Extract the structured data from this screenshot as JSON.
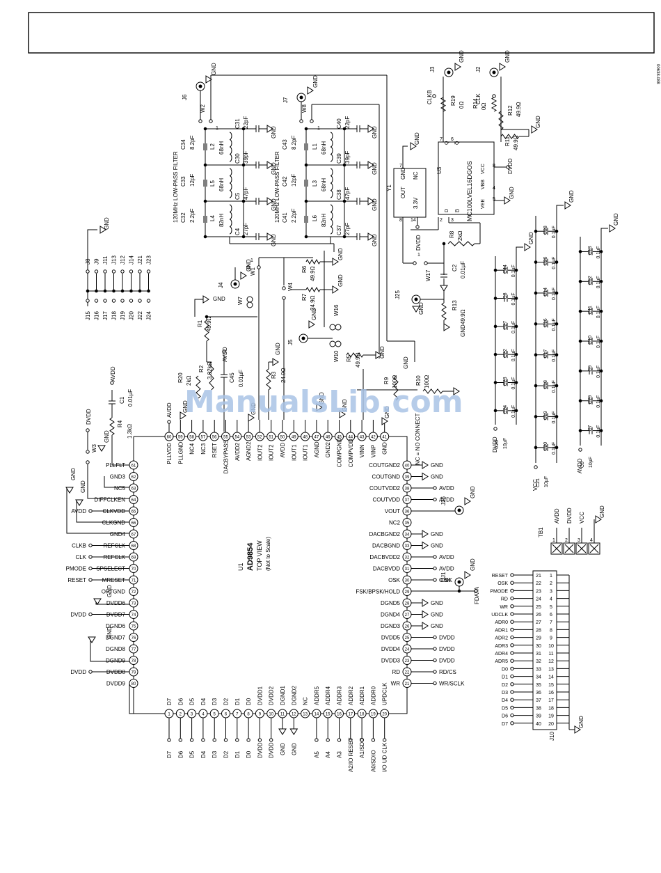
{
  "figure_id": "00638-088",
  "watermark": "ManualsLib.com",
  "u1": {
    "ref": "U1",
    "part": "AD9854",
    "view": "TOP VIEW",
    "note": "(Not to Scale)"
  },
  "filter_title": "120MHz LOW-PASS FILTER",
  "nc_note": "NC = NO CONNECT",
  "u1_pins_left": [
    {
      "n": "61",
      "name": "PLLFLT"
    },
    {
      "n": "62",
      "name": "GND3"
    },
    {
      "n": "63",
      "name": "NC5"
    },
    {
      "n": "64",
      "name": "DIFFCLKEN"
    },
    {
      "n": "65",
      "name": "CLKVDD"
    },
    {
      "n": "66",
      "name": "CLKGND"
    },
    {
      "n": "67",
      "name": "GND4"
    },
    {
      "n": "68",
      "name": "REFCLK"
    },
    {
      "n": "69",
      "name": "REFCLK"
    },
    {
      "n": "70",
      "name": "SPSELECT"
    },
    {
      "n": "71",
      "name": "MRESET"
    },
    {
      "n": "72",
      "name": "OPTGND"
    },
    {
      "n": "73",
      "name": "DVDD6"
    },
    {
      "n": "74",
      "name": "DVDD7"
    },
    {
      "n": "75",
      "name": "DGND6"
    },
    {
      "n": "76",
      "name": "DGND7"
    },
    {
      "n": "77",
      "name": "DGND8"
    },
    {
      "n": "78",
      "name": "DGND9"
    },
    {
      "n": "79",
      "name": "DVDD8"
    },
    {
      "n": "80",
      "name": "DVDD9"
    }
  ],
  "u1_left_nets": [
    {
      "pin": "65",
      "net": "AVDD"
    },
    {
      "pin": "68",
      "net": "CLKB"
    },
    {
      "pin": "69",
      "net": "CLK"
    },
    {
      "pin": "70",
      "net": "PMODE"
    },
    {
      "pin": "71",
      "net": "RESET"
    },
    {
      "pin": "74",
      "net": "DVDD"
    },
    {
      "pin": "79",
      "net": "DVDD"
    }
  ],
  "u1_pins_right": [
    {
      "n": "40",
      "name": "COUTGND2",
      "net": "GND"
    },
    {
      "n": "39",
      "name": "COUTGND",
      "net": "GND"
    },
    {
      "n": "38",
      "name": "COUTVDD2",
      "net": "AVDD"
    },
    {
      "n": "37",
      "name": "COUTVDD",
      "net": "AVDD"
    },
    {
      "n": "36",
      "name": "VOUT",
      "net": ""
    },
    {
      "n": "35",
      "name": "NC2",
      "net": ""
    },
    {
      "n": "34",
      "name": "DACBGND2",
      "net": "GND"
    },
    {
      "n": "33",
      "name": "DACBGND",
      "net": "GND"
    },
    {
      "n": "32",
      "name": "DACBVDD2",
      "net": "AVDD"
    },
    {
      "n": "31",
      "name": "DACBVDD",
      "net": "AVDD"
    },
    {
      "n": "30",
      "name": "OSK",
      "net": "OSK"
    },
    {
      "n": "29",
      "name": "FSK/BPSK/HOLD",
      "net": ""
    },
    {
      "n": "28",
      "name": "DGND5",
      "net": "GND"
    },
    {
      "n": "27",
      "name": "DGND4",
      "net": "GND"
    },
    {
      "n": "26",
      "name": "DGND3",
      "net": "GND"
    },
    {
      "n": "25",
      "name": "DVDD5",
      "net": "DVDD"
    },
    {
      "n": "24",
      "name": "DVDD4",
      "net": "DVDD"
    },
    {
      "n": "23",
      "name": "DVDD3",
      "net": "DVDD"
    },
    {
      "n": "22",
      "name": "RD",
      "net": "RD/CS"
    },
    {
      "n": "21",
      "name": "WR",
      "net": "WR/SCLK"
    }
  ],
  "u1_pins_bottom": [
    {
      "n": "1",
      "name": "D7",
      "net": "D7"
    },
    {
      "n": "2",
      "name": "D6",
      "net": "D6"
    },
    {
      "n": "3",
      "name": "D5",
      "net": "D5"
    },
    {
      "n": "4",
      "name": "D4",
      "net": "D4"
    },
    {
      "n": "5",
      "name": "D3",
      "net": "D3"
    },
    {
      "n": "6",
      "name": "D2",
      "net": "D2"
    },
    {
      "n": "7",
      "name": "D1",
      "net": "D1"
    },
    {
      "n": "8",
      "name": "D0",
      "net": "D0"
    },
    {
      "n": "9",
      "name": "DVDD1",
      "net": "DVDD"
    },
    {
      "n": "10",
      "name": "DVDD2",
      "net": "DVDD"
    },
    {
      "n": "11",
      "name": "DGND1",
      "net": "GND"
    },
    {
      "n": "12",
      "name": "DGND2",
      "net": "GND"
    },
    {
      "n": "13",
      "name": "NC",
      "net": ""
    },
    {
      "n": "14",
      "name": "ADDR5",
      "net": "A5"
    },
    {
      "n": "15",
      "name": "ADDR4",
      "net": "A4"
    },
    {
      "n": "16",
      "name": "ADDR3",
      "net": "A3"
    },
    {
      "n": "17",
      "name": "ADDR2",
      "net": "A2/IO RESET"
    },
    {
      "n": "18",
      "name": "ADDR1",
      "net": "A1/SDO"
    },
    {
      "n": "19",
      "name": "ADDR0",
      "net": "A0/SDIO"
    },
    {
      "n": "20",
      "name": "UPDCLK",
      "net": "I/O UD CLK"
    }
  ],
  "u1_pins_top": [
    {
      "n": "60",
      "name": "PLLVDD"
    },
    {
      "n": "59",
      "name": "PLLGND"
    },
    {
      "n": "58",
      "name": "NC4"
    },
    {
      "n": "57",
      "name": "NC3"
    },
    {
      "n": "56",
      "name": "RSET"
    },
    {
      "n": "55",
      "name": "DACBYPASS"
    },
    {
      "n": "54",
      "name": "AVDD2"
    },
    {
      "n": "53",
      "name": "AGND2"
    },
    {
      "n": "52",
      "name": "IOUT2"
    },
    {
      "n": "51",
      "name": "IOUT2"
    },
    {
      "n": "50",
      "name": "AVDD"
    },
    {
      "n": "49",
      "name": "IOUT1"
    },
    {
      "n": "48",
      "name": "IOUT1"
    },
    {
      "n": "47",
      "name": "AGND"
    },
    {
      "n": "46",
      "name": "GND2"
    },
    {
      "n": "45",
      "name": "COMPGND"
    },
    {
      "n": "44",
      "name": "COMPVDD"
    },
    {
      "n": "43",
      "name": "VINN"
    },
    {
      "n": "42",
      "name": "VINP"
    },
    {
      "n": "41",
      "name": "GND"
    }
  ],
  "j10_pins": [
    {
      "odd": "1",
      "even": "21",
      "label": "RESET"
    },
    {
      "odd": "2",
      "even": "22",
      "label": "OSK"
    },
    {
      "odd": "3",
      "even": "23",
      "label": "PMODE"
    },
    {
      "odd": "4",
      "even": "24",
      "label": "RD"
    },
    {
      "odd": "5",
      "even": "25",
      "label": "WR"
    },
    {
      "odd": "6",
      "even": "26",
      "label": "UDCLK"
    },
    {
      "odd": "7",
      "even": "27",
      "label": "ADR0"
    },
    {
      "odd": "8",
      "even": "28",
      "label": "ADR1"
    },
    {
      "odd": "9",
      "even": "29",
      "label": "ADR2"
    },
    {
      "odd": "10",
      "even": "30",
      "label": "ADR3"
    },
    {
      "odd": "11",
      "even": "31",
      "label": "ADR4"
    },
    {
      "odd": "12",
      "even": "32",
      "label": "ADR5"
    },
    {
      "odd": "13",
      "even": "33",
      "label": "D0"
    },
    {
      "odd": "14",
      "even": "34",
      "label": "D1"
    },
    {
      "odd": "15",
      "even": "35",
      "label": "D2"
    },
    {
      "odd": "16",
      "even": "36",
      "label": "D3"
    },
    {
      "odd": "17",
      "even": "37",
      "label": "D4"
    },
    {
      "odd": "18",
      "even": "38",
      "label": "D5"
    },
    {
      "odd": "19",
      "even": "39",
      "label": "D6"
    },
    {
      "odd": "20",
      "even": "40",
      "label": "D7"
    }
  ],
  "j10_ref": "J10",
  "tb1": {
    "ref": "TB1",
    "pins": [
      {
        "n": "1",
        "net": "AVDD"
      },
      {
        "n": "2",
        "net": "DVDD"
      },
      {
        "n": "3",
        "net": "VCC"
      },
      {
        "n": "4",
        "net": "GND"
      }
    ]
  },
  "u3": {
    "ref": "U3",
    "part": "MC100LVEL16DGOS",
    "pins": [
      "Q",
      "Q̅",
      "VCC",
      "VBB",
      "VEE",
      "D",
      "D̅"
    ]
  },
  "y1": {
    "ref": "Y1",
    "out": "OUT",
    "gnd": "GND",
    "nc": "NC",
    "volt": "3.3V"
  },
  "jumper_headers": {
    "top": [
      "J8",
      "J9",
      "J11",
      "J13",
      "J12",
      "J14",
      "J21",
      "J23"
    ],
    "bottom": [
      "J15",
      "J16",
      "J17",
      "J18",
      "J19",
      "J20",
      "J22",
      "J24"
    ]
  },
  "labels": {
    "gnd": "GND",
    "avdd": "AVDD",
    "dvdd": "DVDD",
    "vcc": "VCC",
    "clkb": "CLKB",
    "clk": "CLK",
    "fdata": "FDATA",
    "osk": "OSK",
    "j1": "J1",
    "j2": "J2",
    "j3": "J3",
    "j4": "J4",
    "j5": "J5",
    "j6": "J6",
    "j7": "J7",
    "j25": "J25",
    "j26": "J26",
    "w1": "W1",
    "w2": "W2",
    "w3": "W3",
    "w4": "W4",
    "w7": "W7",
    "w8": "W8",
    "w10": "W10",
    "w16": "W16",
    "w17": "W17",
    "r1": "R1",
    "r1v": "49.9Ω",
    "r2": "R2",
    "r2v": "3.92kΩ",
    "r3": "R3",
    "r3v": "24.9Ω",
    "r4": "R4",
    "r4v": "1.3kΩ",
    "r5": "R5",
    "r5v": "49.9Ω",
    "r6": "R6",
    "r6v": "49.9Ω",
    "r7": "R7",
    "r7v": "24.9Ω",
    "r8": "R8",
    "r8v": "2kΩ",
    "r9": "R9",
    "r9v": "100Ω",
    "r10": "R10",
    "r10v": "100Ω",
    "r11": "R11",
    "r11v": "49.9Ω",
    "r12": "R12",
    "r12v": "49.9Ω",
    "r13": "R13",
    "r13v": "49.9Ω",
    "r14": "R14",
    "r14v": "0Ω",
    "r19": "R19",
    "r19v": "0Ω",
    "r20": "R20",
    "r20v": "2kΩ",
    "c1": "C1",
    "c1v": "0.01µF",
    "c2": "C2",
    "c2v": "0.01µF",
    "c45": "C45",
    "c45v": "0.01µF",
    "c31": "C31",
    "c31v": "22pF",
    "c30": "C30",
    "c30v": "39pF",
    "c5": "C5",
    "c5v": "47pF",
    "c4": "C4",
    "c4v": "27pF",
    "c34": "C34",
    "c34v": "8.2pF",
    "c33": "C33",
    "c33v": "12pF",
    "c32": "C32",
    "c32v": "2.2pF",
    "c40": "C40",
    "c40v": "22pF",
    "c39": "C39",
    "c39v": "39pF",
    "c38": "C38",
    "c38v": "47pF",
    "c37": "C37",
    "c37v": "27pF",
    "c43": "C43",
    "c43v": "8.2pF",
    "c42": "C42",
    "c42v": "12pF",
    "c41": "C41",
    "c41v": "2.2pF",
    "l2": "L2",
    "l2v": "68nH",
    "l5": "L5",
    "l5v": "68nH",
    "l4": "L4",
    "l4v": "82nH",
    "l1": "L1",
    "l1v": "68nH",
    "l3": "L3",
    "l3v": "68nH",
    "l6": "L6",
    "l6v": "82nH",
    "bypass_val": "0.1µF",
    "c25": "C25",
    "c21": "C21",
    "c6": "C6",
    "c10uf": "10µF",
    "c44": "C44",
    "c8": "C8",
    "c27": "C27",
    "c22": "C22",
    "c23": "C23",
    "c24": "C24",
    "c28": "C28",
    "c26": "C26",
    "c14": "C14",
    "c16": "C16",
    "c17": "C17",
    "c18": "C18",
    "c19": "C19",
    "c20": "C20",
    "c13": "C13",
    "c12": "C12",
    "c11": "C11",
    "c10": "C10",
    "c9": "C9",
    "c29": "C29",
    "c7": "C7"
  }
}
